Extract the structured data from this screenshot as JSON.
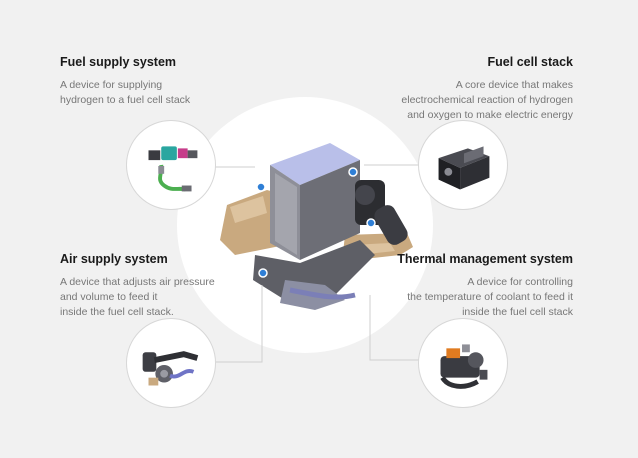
{
  "systems": {
    "fuel_supply": {
      "title": "Fuel supply system",
      "desc_lines": [
        "A device for supplying",
        "hydrogen to a fuel cell stack"
      ]
    },
    "fuel_cell_stack": {
      "title": "Fuel cell stack",
      "desc_lines": [
        "A core device that makes",
        "electrochemical reaction of hydrogen",
        "and oxygen to make electric energy"
      ]
    },
    "air_supply": {
      "title": "Air supply system",
      "desc_lines": [
        "A device that adjusts air pressure",
        "and volume to feed it",
        "inside the fuel cell stack."
      ]
    },
    "thermal_management": {
      "title": "Thermal management system",
      "desc_lines": [
        "A device for controlling",
        "the temperature of coolant to feed it",
        "inside the fuel cell stack"
      ]
    }
  },
  "icons": {
    "fuel_supply": "fuel-supply-component-icon",
    "fuel_cell_stack": "fuel-cell-stack-component-icon",
    "air_supply": "air-supply-component-icon",
    "thermal_management": "thermal-management-component-icon",
    "center": "fuel-cell-engine-assembly-icon"
  },
  "colors": {
    "background": "#f1f1f1",
    "title": "#1a1a1a",
    "description": "#777777",
    "connector": "#cfcfcf",
    "marker": "#2f7fd6",
    "engine_frame": "#c9a97f",
    "stack_top": "#b9bfe9"
  }
}
